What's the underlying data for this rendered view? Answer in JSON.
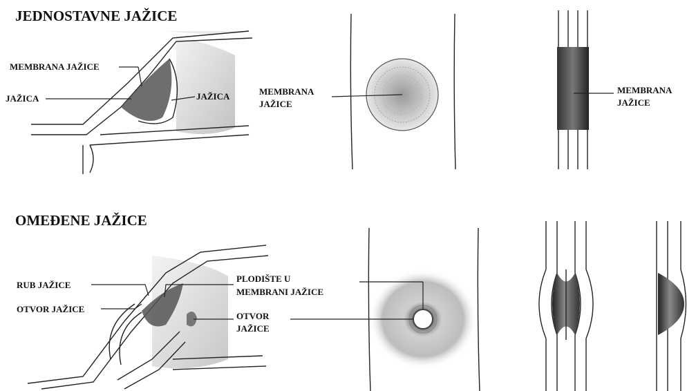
{
  "sections": {
    "simple": {
      "title": "JEDNOSTAVNE JAŽICE",
      "labels": {
        "membrana_jazice_1": "MEMBRANA JAŽICE",
        "jazica_left": "JAŽICA",
        "jazica_right": "JAŽICA",
        "membrana_2_line1": "MEMBRANA",
        "membrana_2_line2": "JAŽICE",
        "membrana_3_line1": "MEMBRANA",
        "membrana_3_line2": "JAŽICE"
      }
    },
    "bordered": {
      "title": "OMEĐENE JAŽICE",
      "labels": {
        "rub_jazice": "RUB JAŽICE",
        "otvor_jazice_left": "OTVOR JAŽICE",
        "plodiste_line1": "PLODIŠTE U",
        "plodiste_line2": "MEMBRANI JAŽICE",
        "otvor_line1": "OTVOR",
        "otvor_line2": "JAŽICE"
      }
    }
  }
}
